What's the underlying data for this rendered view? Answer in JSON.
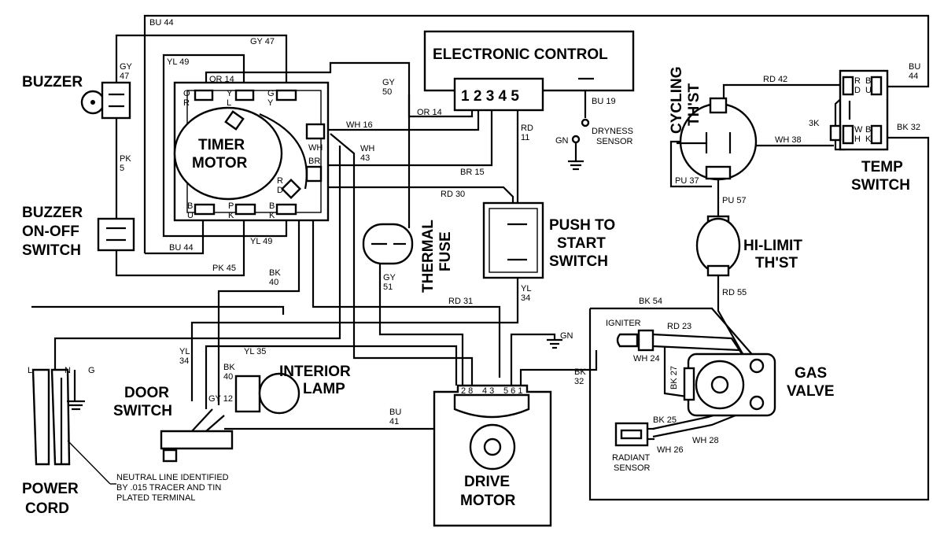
{
  "components": {
    "buzzer": "BUZZER",
    "buzzer_switch": [
      "BUZZER",
      "ON-OFF",
      "SWITCH"
    ],
    "timer_motor": [
      "TIMER",
      "MOTOR"
    ],
    "electronic_control": "ELECTRONIC CONTROL",
    "control_pins": "1 2 3 4 5",
    "dryness_sensor": [
      "DRYNESS",
      "SENSOR"
    ],
    "cycling_thst": [
      "CYCLING",
      "TH'ST"
    ],
    "temp_switch": [
      "TEMP",
      "SWITCH"
    ],
    "push_to_start": [
      "PUSH TO",
      "START",
      "SWITCH"
    ],
    "thermal_fuse": [
      "THERMAL",
      "FUSE"
    ],
    "hi_limit": [
      "HI-LIMIT",
      "TH'ST"
    ],
    "interior_lamp": [
      "INTERIOR",
      "LAMP"
    ],
    "door_switch": [
      "DOOR",
      "SWITCH"
    ],
    "power_cord": [
      "POWER",
      "CORD"
    ],
    "drive_motor": [
      "DRIVE",
      "MOTOR"
    ],
    "gas_valve": [
      "GAS",
      "VALVE"
    ],
    "igniter": "IGNITER",
    "radiant_sensor": [
      "RADIANT",
      "SENSOR"
    ],
    "resistor": "3K",
    "neutral_note": [
      "NEUTRAL LINE IDENTIFIED",
      "BY .015 TRACER AND TIN",
      "PLATED TERMINAL"
    ],
    "cord_terminals": {
      "l": "L",
      "n": "N",
      "g": "G"
    },
    "motor_pins": {
      "a": "2 8",
      "b": "4 3",
      "c": "5 6 1"
    }
  },
  "timer_terminals": {
    "or": "O\nR",
    "yl": "Y\nL",
    "gy": "G\nY",
    "wh": "WH",
    "br": "BR",
    "rd": "R\nD",
    "bu": "B\nU",
    "pk": "P\nK",
    "bk": "B\nK"
  },
  "temp_terminals": {
    "rd": "R\nD",
    "bu": "B\nU",
    "wh": "W\nH",
    "bk": "B\nK"
  },
  "wire_labels": {
    "bu44_top": "BU 44",
    "gy47_top": "GY 47",
    "gy47_buzzer": "GY\n47",
    "pk5": "PK\n5",
    "yl49_top": "YL 49",
    "or14_top": "OR 14",
    "or14_mid": "OR 14",
    "gy50": "GY\n50",
    "wh16": "WH 16",
    "wh43": "WH\n43",
    "br15": "BR 15",
    "rd30": "RD 30",
    "rd11": "RD\n11",
    "bu19": "BU 19",
    "gn_ctrl": "GN",
    "bu44_right": "BU\n44",
    "rd42": "RD 42",
    "wh38": "WH 38",
    "bk32_right": "BK 32",
    "pu37": "PU 37",
    "pu57": "PU 57",
    "rd55": "RD 55",
    "bu44_bottom": "BU 44",
    "yl49_bottom": "YL 49",
    "pk45": "PK 45",
    "bk40_mid": "BK\n40",
    "gy51": "GY\n51",
    "rd31": "RD 31",
    "yl34_push": "YL\n34",
    "gn_motor": "GN",
    "bk54": "BK 54",
    "rd23": "RD 23",
    "wh24": "WH 24",
    "bk27": "BK 27",
    "bk32_motor": "BK\n32",
    "bk25": "BK 25",
    "wh26": "WH 26",
    "wh28": "WH 28",
    "yl34_door": "YL\n34",
    "yl35": "YL 35",
    "bk40_door": "BK\n40",
    "gy12": "GY 12",
    "bu41": "BU\n41"
  }
}
